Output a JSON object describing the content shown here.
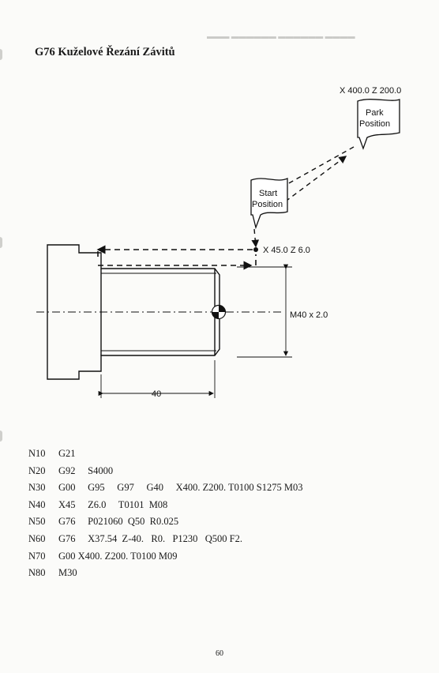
{
  "title": "G76 Kuželové Řezání Závitů",
  "diagram": {
    "park_coord": "X 400.0  Z 200.0",
    "park_label_line1": "Park",
    "park_label_line2": "Position",
    "start_label_line1": "Start",
    "start_label_line2": "Position",
    "target_coord": "X 45.0  Z 6.0",
    "thread_label": "M40 x 2.0",
    "length_label": "40"
  },
  "program": [
    {
      "n": "N10",
      "code": "G21"
    },
    {
      "n": "N20",
      "code": "G92     S4000"
    },
    {
      "n": "N30",
      "code": "G00     G95     G97     G40     X400. Z200. T0100 S1275 M03"
    },
    {
      "n": "N40",
      "code": "X45     Z6.0     T0101  M08"
    },
    {
      "n": "N50",
      "code": "G76     P021060  Q50  R0.025"
    },
    {
      "n": "N60",
      "code": "G76     X37.54  Z-40.   R0.   P1230   Q500 F2."
    },
    {
      "n": "N70",
      "code": "G00 X400. Z200. T0100 M09"
    },
    {
      "n": "N80",
      "code": "M30"
    }
  ],
  "page_number": "60"
}
